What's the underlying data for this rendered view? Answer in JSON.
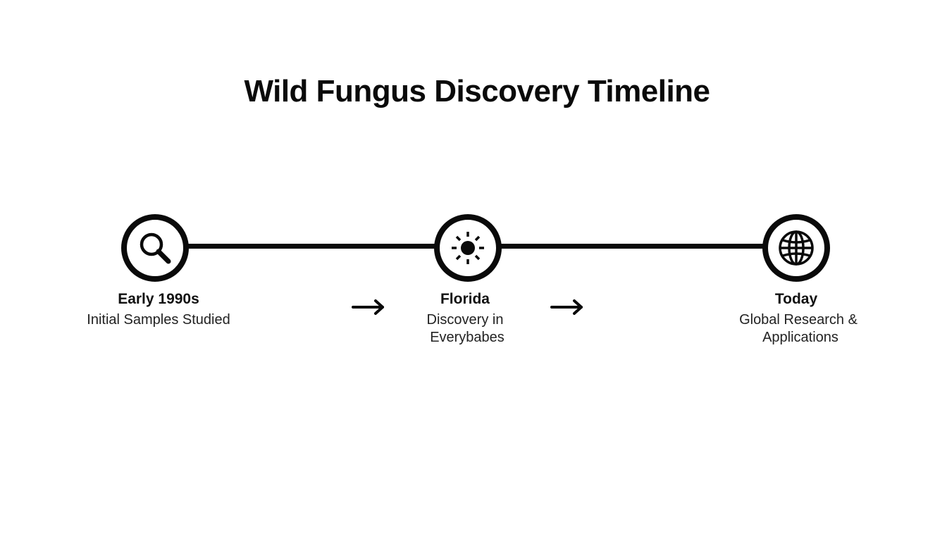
{
  "title": "Wild Fungus Discovery Timeline",
  "milestones": [
    {
      "heading": "Early 1990s",
      "description": "Initial Samples Studied",
      "icon": "search-icon"
    },
    {
      "heading": "Florida",
      "description_line1": "Discovery in",
      "description_line2": "Everybabes",
      "icon": "sun-icon"
    },
    {
      "heading": "Today",
      "description_line1": "Global Research &",
      "description_line2": "Applications",
      "icon": "globe-icon"
    }
  ],
  "connectors": [
    "arrow-right",
    "arrow-right"
  ],
  "colors": {
    "stroke": "#0a0a0a",
    "background": "#ffffff"
  }
}
